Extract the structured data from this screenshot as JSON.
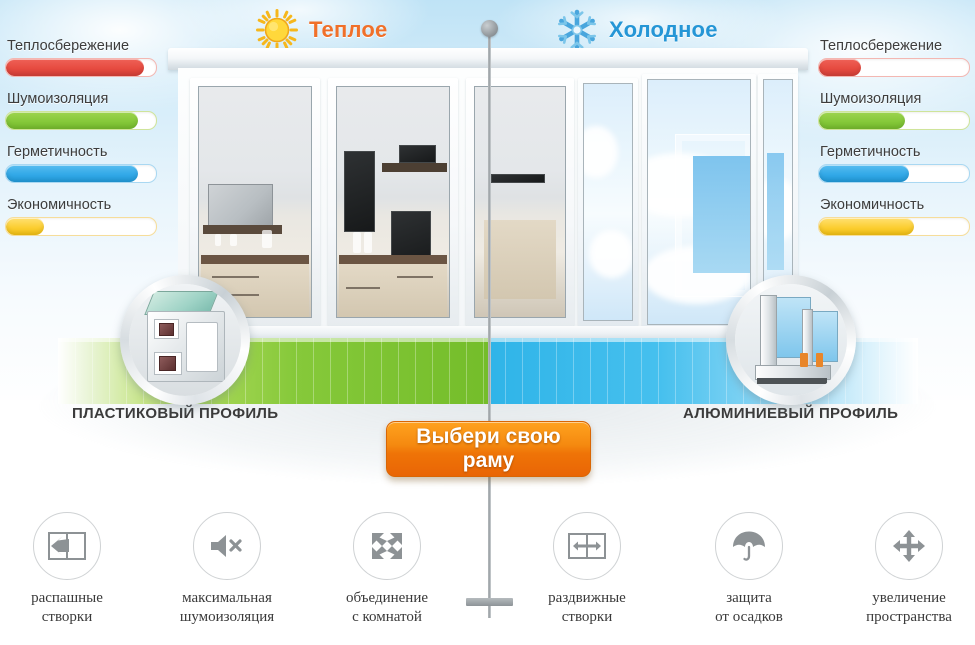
{
  "header": {
    "warm": {
      "label": "Теплое",
      "icon": "sun-icon",
      "color": "#f0702a"
    },
    "cold": {
      "label": "Холодное",
      "icon": "snowflake-icon",
      "color": "#2596d6"
    }
  },
  "panels": {
    "left": {
      "title": "ПЛАСТИКОВЫЙ ПРОФИЛЬ",
      "badge_icon": "pvc-profile-section-icon",
      "bars": [
        {
          "label": "Теплосбережение",
          "value": 92,
          "color": "#e64b40"
        },
        {
          "label": "Шумоизоляция",
          "value": 88,
          "color": "#86c93a"
        },
        {
          "label": "Герметичность",
          "value": 88,
          "color": "#33a9e8"
        },
        {
          "label": "Экономичность",
          "value": 25,
          "color": "#fccf33"
        }
      ]
    },
    "right": {
      "title": "АЛЮМИНИЕВЫЙ ПРОФИЛЬ",
      "badge_icon": "aluminium-profile-section-icon",
      "bars": [
        {
          "label": "Теплосбережение",
          "value": 28,
          "color": "#e64b40"
        },
        {
          "label": "Шумоизоляция",
          "value": 57,
          "color": "#86c93a"
        },
        {
          "label": "Герметичность",
          "value": 60,
          "color": "#33a9e8"
        },
        {
          "label": "Экономичность",
          "value": 63,
          "color": "#fccf33"
        }
      ]
    }
  },
  "cta": {
    "line1": "Выбери свою",
    "line2": "раму",
    "color": "#ef7407"
  },
  "features": [
    {
      "icon": "casement-sash-icon",
      "line1": "распашные",
      "line2": "створки"
    },
    {
      "icon": "mute-speaker-icon",
      "line1": "максимальная",
      "line2": "шумоизоляция"
    },
    {
      "icon": "expand-arrows-icon",
      "line1": "объединение",
      "line2": "с комнатой"
    },
    {
      "icon": "sliding-sash-icon",
      "line1": "раздвижные",
      "line2": "створки"
    },
    {
      "icon": "umbrella-icon",
      "line1": "защита",
      "line2": "от осадков"
    },
    {
      "icon": "four-way-arrows-icon",
      "line1": "увеличение",
      "line2": "пространства"
    }
  ],
  "divider": {
    "name": "comparison-divider"
  }
}
